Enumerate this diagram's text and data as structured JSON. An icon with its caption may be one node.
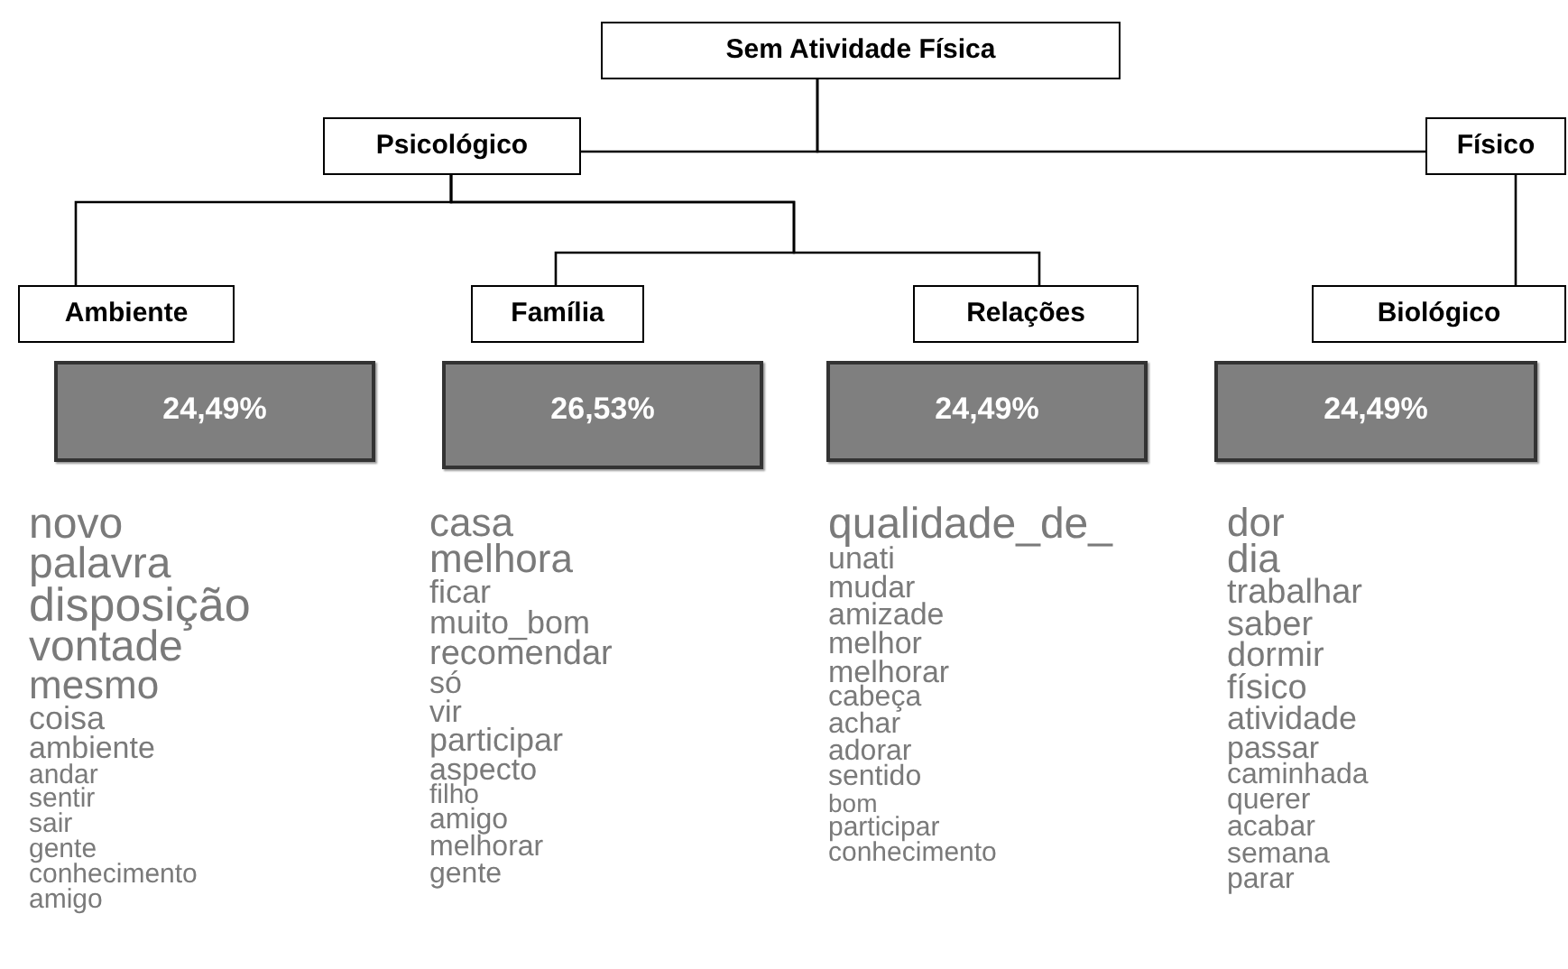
{
  "diagram": {
    "nodes": [
      {
        "text": [
          "Sem Atividade Física"
        ]
      },
      {
        "text": [
          "Psicológico"
        ]
      },
      {
        "text": [
          "Físico"
        ]
      },
      {
        "text": [
          "Ambiente"
        ]
      },
      {
        "text": [
          "Família"
        ]
      },
      {
        "text": [
          "Relações"
        ]
      },
      {
        "text": [
          "Biológico"
        ]
      },
      {
        "text": [
          "24,49%"
        ],
        "beside": [
          "novo",
          "palavra",
          "disposição",
          "vontade",
          "mesmo",
          "coisa",
          "ambiente",
          "andar",
          "sentir",
          "sair",
          "gente",
          "conhecimento",
          "amigo"
        ]
      },
      {
        "text": [
          "26,53%"
        ],
        "beside": [
          "casa",
          "melhora",
          "ficar",
          "muito_bom",
          "recomendar",
          "só",
          "vir",
          "participar",
          "aspecto",
          "filho",
          "amigo",
          "melhorar",
          "gente"
        ]
      },
      {
        "text": [
          "24,49%"
        ],
        "beside": [
          "qualidade_de_",
          "unati",
          "mudar",
          "amizade",
          "melhor",
          "melhorar",
          "cabeça",
          "achar",
          "adorar",
          "sentido",
          "bom",
          "participar",
          "conhecimento"
        ]
      },
      {
        "text": [
          "24,49%"
        ],
        "beside": [
          "dor",
          "dia",
          "trabalhar",
          "saber",
          "dormir",
          "físico",
          "atividade",
          "passar",
          "caminhada",
          "querer",
          "acabar",
          "semana",
          "parar"
        ]
      }
    ],
    "edges": [
      {
        "from": 0,
        "to": 1,
        "arrow": "none"
      },
      {
        "from": 0,
        "to": 2,
        "arrow": "none"
      },
      {
        "from": 1,
        "to": 3,
        "arrow": "none"
      },
      {
        "from": 1,
        "to": 4,
        "arrow": "none"
      },
      {
        "from": 1,
        "to": 5,
        "arrow": "none"
      },
      {
        "from": 2,
        "to": 6,
        "arrow": "none"
      }
    ]
  }
}
